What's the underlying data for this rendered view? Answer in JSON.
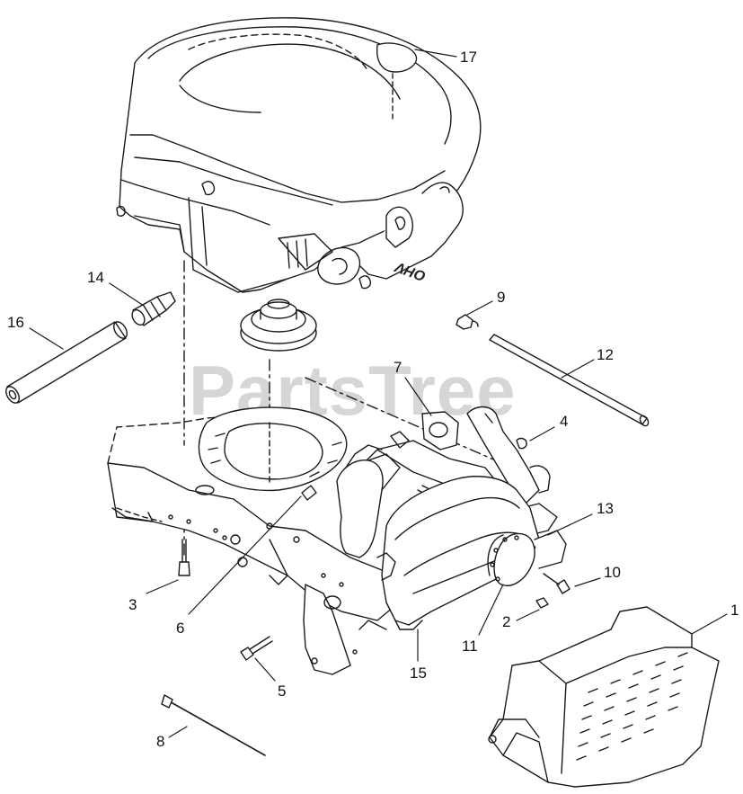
{
  "watermark": "PartsTree",
  "engine_marking": "OHV",
  "callouts": [
    {
      "id": "1",
      "label": "1"
    },
    {
      "id": "2",
      "label": "2"
    },
    {
      "id": "3",
      "label": "3"
    },
    {
      "id": "4",
      "label": "4"
    },
    {
      "id": "5",
      "label": "5"
    },
    {
      "id": "6",
      "label": "6"
    },
    {
      "id": "7",
      "label": "7"
    },
    {
      "id": "8",
      "label": "8"
    },
    {
      "id": "9",
      "label": "9"
    },
    {
      "id": "10",
      "label": "10"
    },
    {
      "id": "11",
      "label": "11"
    },
    {
      "id": "12",
      "label": "12"
    },
    {
      "id": "13",
      "label": "13"
    },
    {
      "id": "14",
      "label": "14"
    },
    {
      "id": "15",
      "label": "15"
    },
    {
      "id": "16",
      "label": "16"
    },
    {
      "id": "17",
      "label": "17"
    }
  ],
  "colors": {
    "line": "#1a1a1a",
    "watermark": "#d6d6d6",
    "background": "#ffffff"
  }
}
